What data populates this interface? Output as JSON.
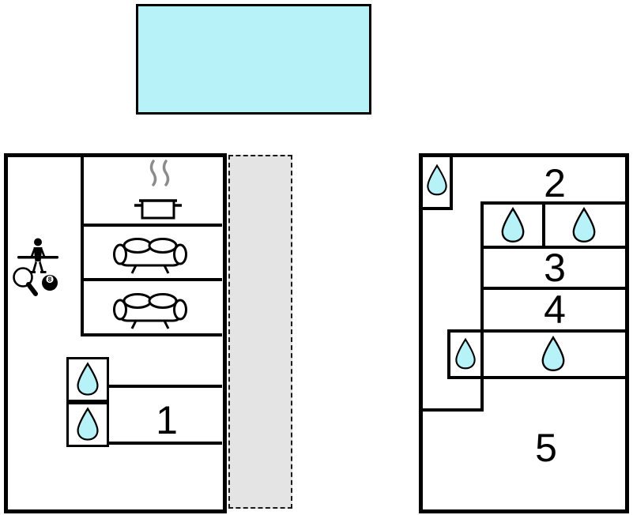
{
  "colors": {
    "pool": "#b6f2f8",
    "terrace": "#e4e4e4",
    "drop": "#b6f2f8",
    "wall": "#000000"
  },
  "buildings": {
    "left": {
      "rooms": [
        {
          "label": "1"
        }
      ],
      "icons": [
        "cooking-pot-with-steam-icon",
        "sofa-icon",
        "sofa-icon",
        "foosball-player-icon",
        "table-tennis-paddle-icon",
        "eight-ball-icon",
        "water-drop-icon",
        "water-drop-icon"
      ]
    },
    "right": {
      "rooms": [
        {
          "label": "2"
        },
        {
          "label": "3"
        },
        {
          "label": "4"
        },
        {
          "label": "5"
        }
      ],
      "icons": [
        "water-drop-icon",
        "water-drop-icon",
        "water-drop-icon",
        "water-drop-icon",
        "water-drop-icon"
      ]
    }
  },
  "eight_ball_number": "8"
}
